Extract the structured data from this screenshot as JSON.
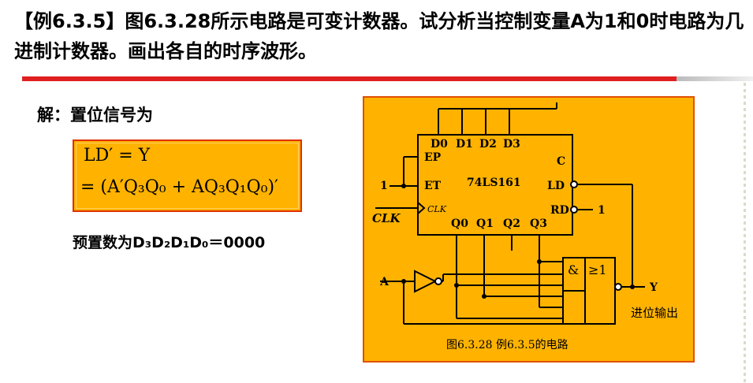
{
  "header": {
    "title": "【例6.3.5】图6.3.28所示电路是可变计数器。试分析当控制变量A为1和0时电路为几进制计数器。画出各自的时序波形。"
  },
  "solution": {
    "intro": "解：置位信号为",
    "formula_line1": "LD′ = Y",
    "formula_line2": "= (A′Q₃Q₀ + AQ₃Q₁Q₀)′",
    "preset": "预置数为D₃D₂D₁D₀＝0000"
  },
  "figure": {
    "chip_name": "74LS161",
    "inputs": [
      "D0",
      "D1",
      "D2",
      "D3"
    ],
    "outputs": [
      "Q0",
      "Q1",
      "Q2",
      "Q3"
    ],
    "pin_ep": "EP",
    "pin_et": "ET",
    "pin_clk": "CLK",
    "pin_c": "C",
    "pin_ld": "LD",
    "pin_rd": "RD",
    "clk_input": "CLK",
    "et_value": "1",
    "rd_value": "1",
    "control_input": "A",
    "gate_and": "&",
    "gate_or": "≥1",
    "output_y": "Y",
    "carry_out": "进位输出",
    "caption": "图6.3.28 例6.3.5的电路"
  },
  "colors": {
    "panel": "#ffb300",
    "border": "#e05000",
    "rule": "#e02020"
  }
}
